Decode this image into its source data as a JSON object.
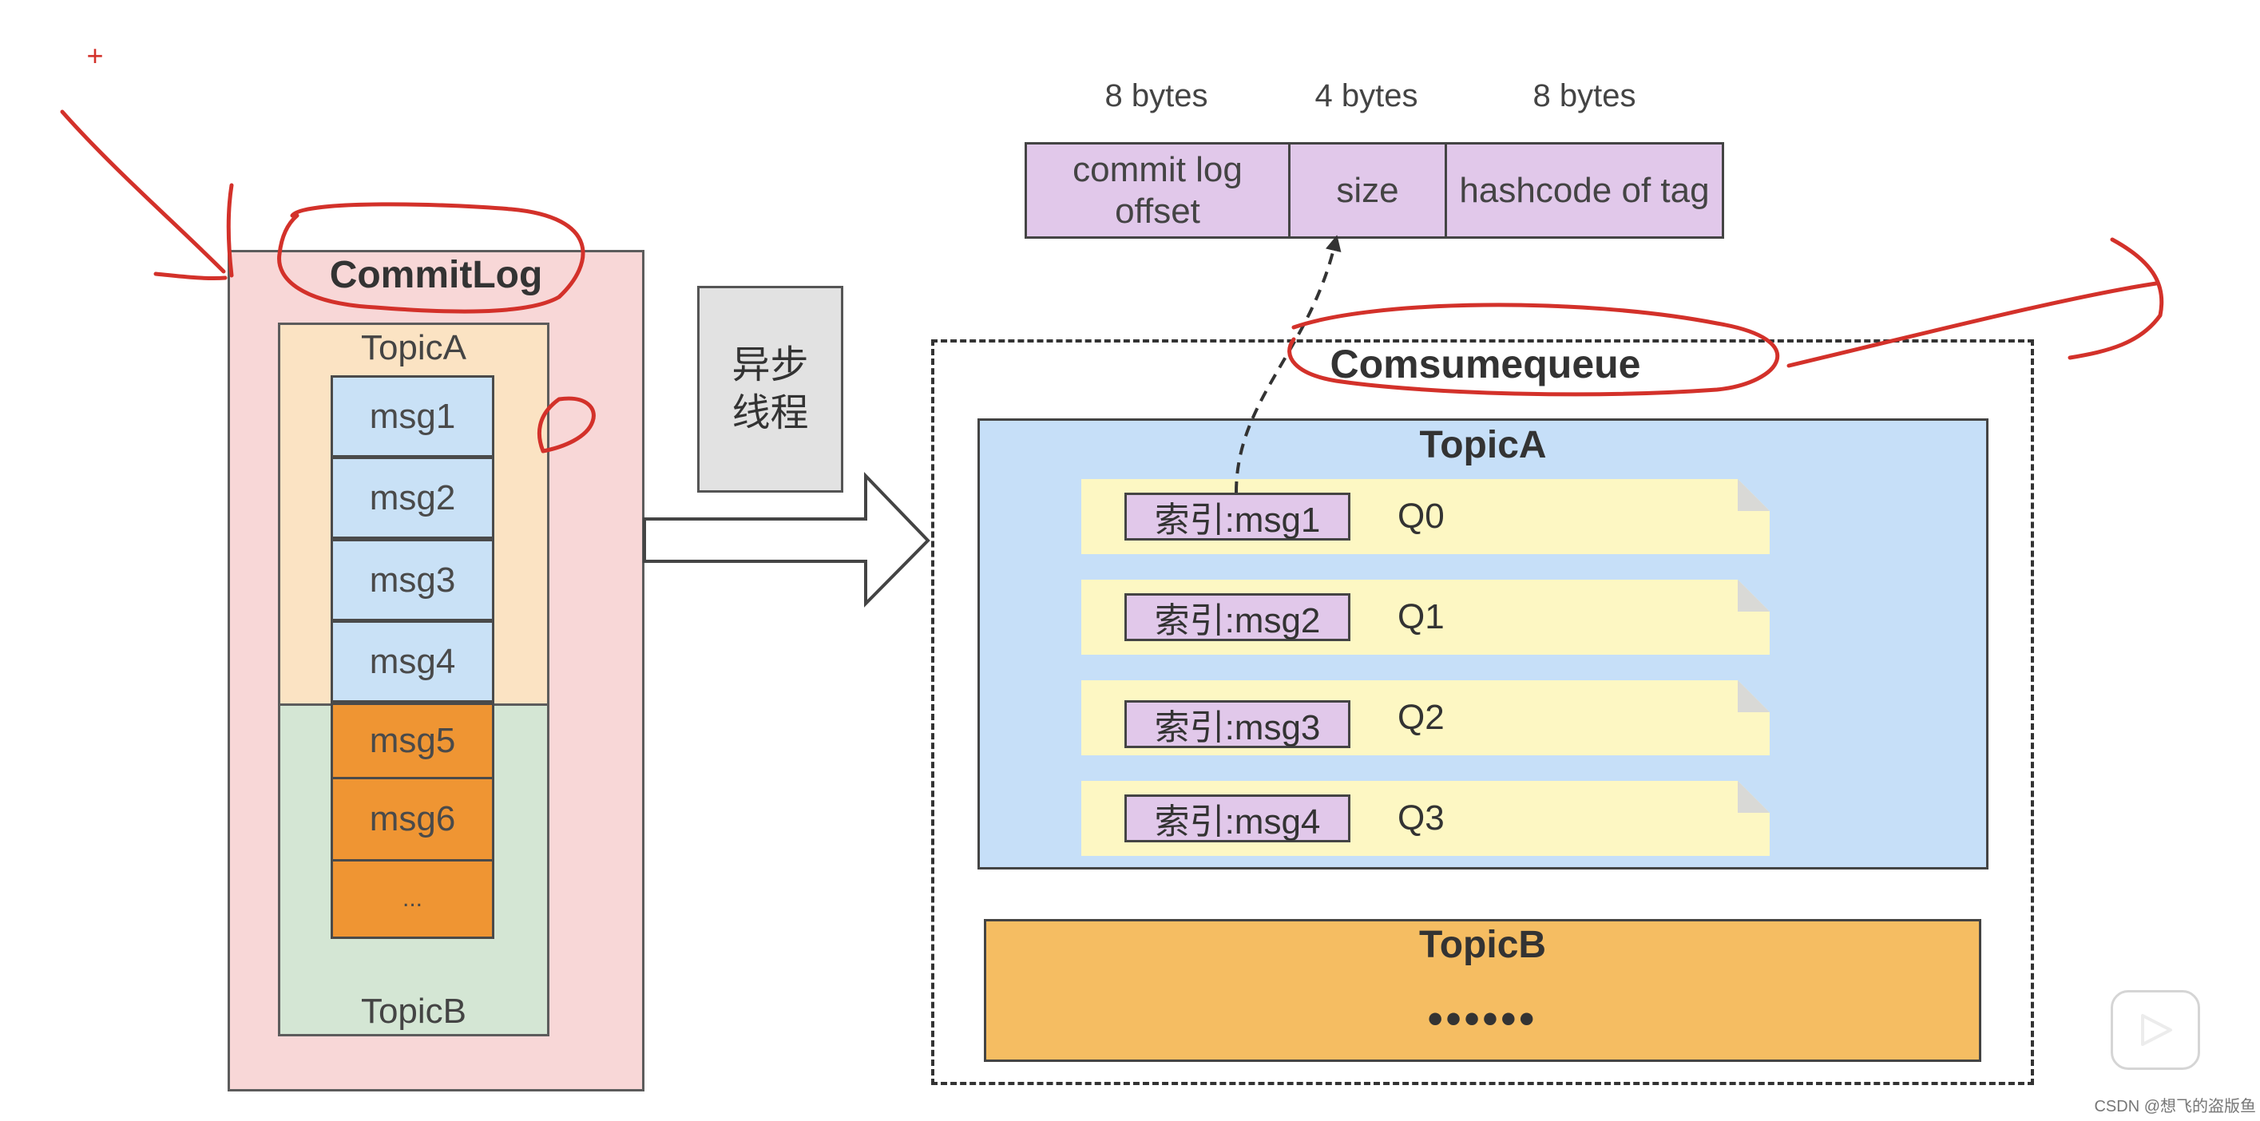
{
  "commitlog": {
    "title": "CommitLog",
    "topic_a_label": "TopicA",
    "topic_b_label": "TopicB",
    "messages": [
      "msg1",
      "msg2",
      "msg3",
      "msg4",
      "msg5",
      "msg6",
      "..."
    ]
  },
  "async_thread": {
    "line1": "异步",
    "line2": "线程"
  },
  "consume_queue": {
    "title": "Comsumequeue",
    "topic_a": {
      "title": "TopicA",
      "entries": [
        {
          "index": "索引:msg1",
          "queue": "Q0"
        },
        {
          "index": "索引:msg2",
          "queue": "Q1"
        },
        {
          "index": "索引:msg3",
          "queue": "Q2"
        },
        {
          "index": "索引:msg4",
          "queue": "Q3"
        }
      ]
    },
    "topic_b": {
      "title": "TopicB",
      "dots": "••••••"
    }
  },
  "entry_format": {
    "fields": [
      {
        "label": "commit log offset",
        "bytes": "8 bytes"
      },
      {
        "label": "size",
        "bytes": "4 bytes"
      },
      {
        "label": "hashcode of tag",
        "bytes": "8 bytes"
      }
    ]
  },
  "annotation": {
    "plus": "+"
  },
  "watermark": "CSDN @想飞的盗版鱼",
  "colors": {
    "commitlog_bg": "#f8d7d7",
    "topic_a_bg": "#fbe3c3",
    "topic_b_bg": "#d4e6d4",
    "msg_blue": "#c9e1f6",
    "msg_orange": "#ef9533",
    "queue_topic_a": "#c6dff8",
    "queue_topic_b": "#f5bd62",
    "note_yellow": "#fdf7c3",
    "index_purple": "#e1c8ea",
    "annotation_red": "#d3312a"
  }
}
